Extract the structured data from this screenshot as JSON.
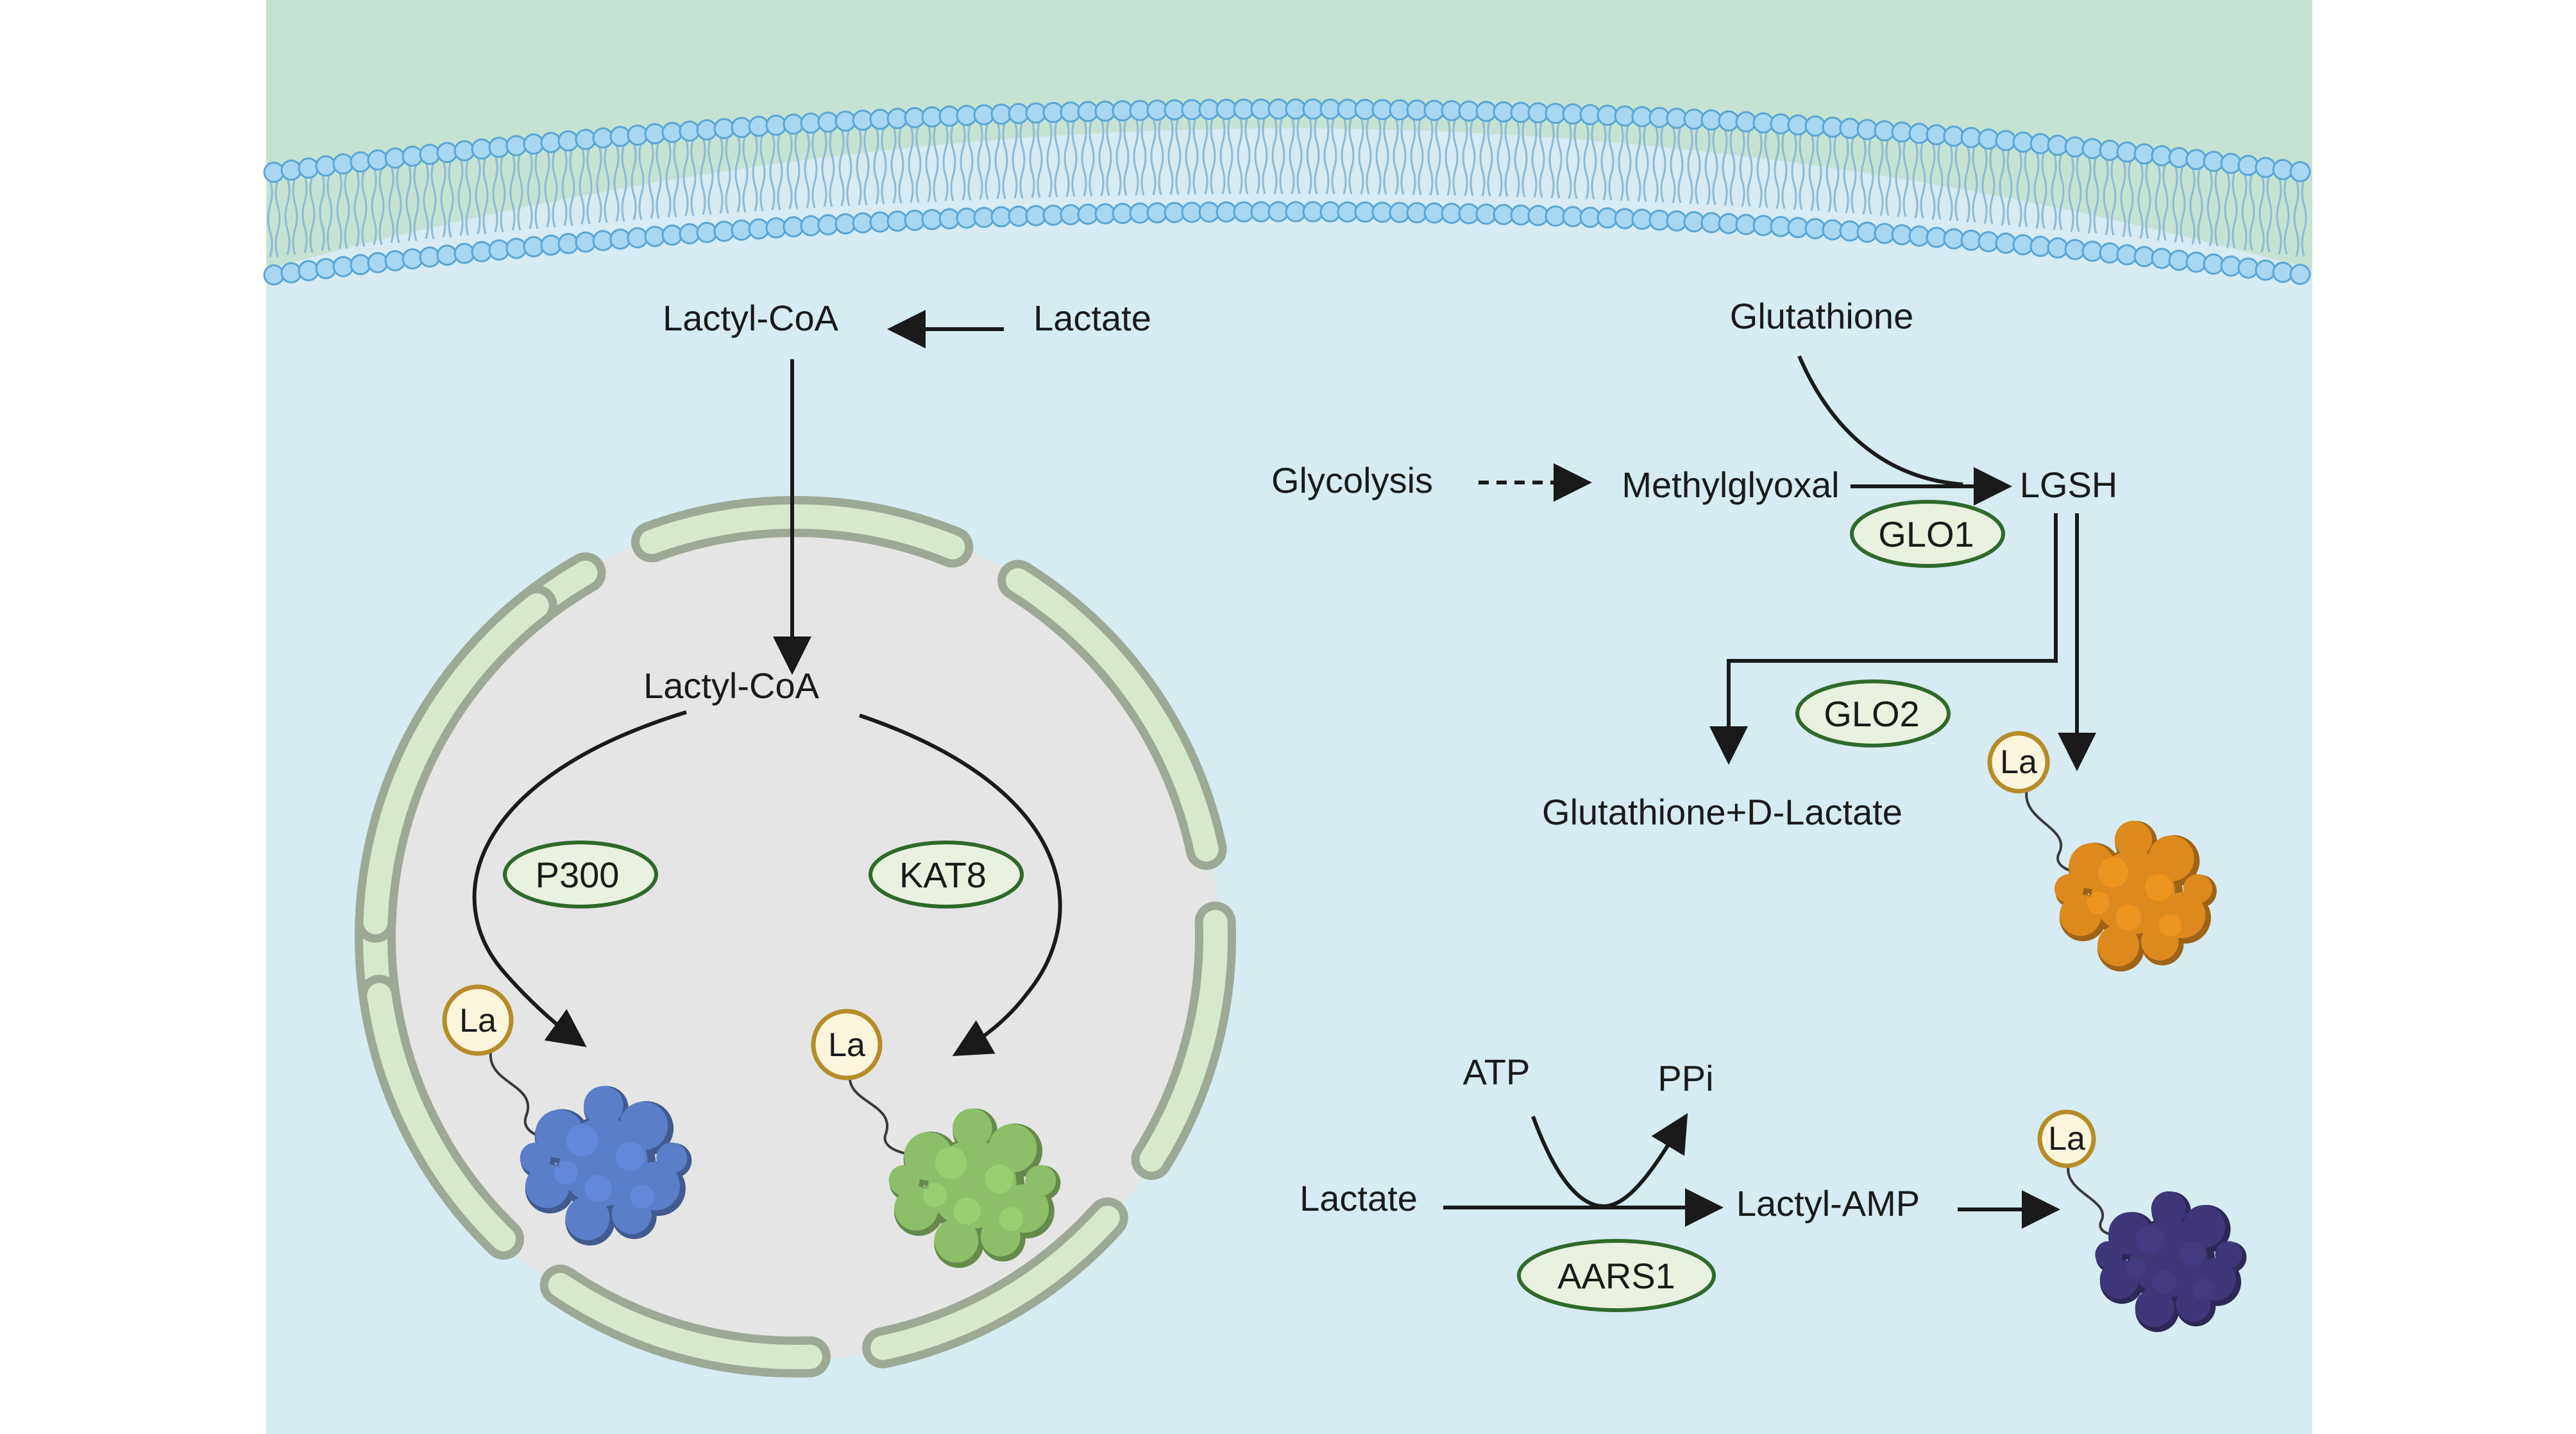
{
  "colors": {
    "extracellular": "#c5e3d2",
    "cytoplasm": "#d6ebf2",
    "nucleus": "#e5e5e5",
    "envelope": "#d8e8cc",
    "envelope_stroke": "#9ea896",
    "lipid_head": "#a9d6f0",
    "lipid_head_stroke": "#5aa6d6",
    "enzyme_fill": "#e9f2de",
    "enzyme_stroke": "#2f6a2b",
    "la_fill": "#fbf5dc",
    "la_stroke": "#b68c28",
    "protein_blue": "#5a7ec8",
    "protein_green": "#8cbf68",
    "protein_orange": "#dc8a1e",
    "protein_purple": "#3f3778"
  },
  "labels": {
    "lactyl_coa_cyto": "Lactyl-CoA",
    "lactate_top": "Lactate",
    "lactyl_coa_nuc": "Lactyl-CoA",
    "glutathione": "Glutathione",
    "glycolysis": "Glycolysis",
    "methylglyoxal": "Methylglyoxal",
    "lgsh": "LGSH",
    "glutathione_dlactate": "Glutathione+D-Lactate",
    "atp": "ATP",
    "ppi": "PPi",
    "lactate_bottom": "Lactate",
    "lactyl_amp": "Lactyl-AMP"
  },
  "enzymes": {
    "p300": "P300",
    "kat8": "KAT8",
    "glo1": "GLO1",
    "glo2": "GLO2",
    "aars1": "AARS1"
  },
  "la_tag": "La"
}
